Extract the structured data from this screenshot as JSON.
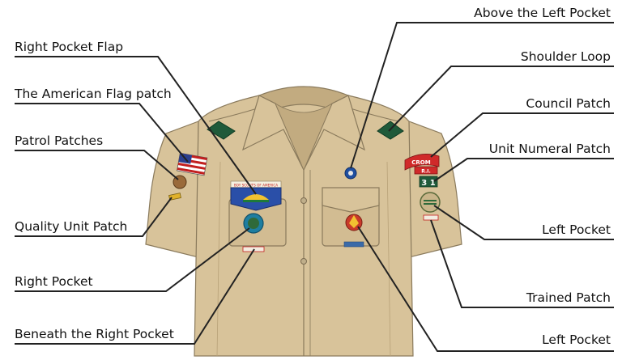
{
  "labels": {
    "right_pocket_flap": "Right Pocket Flap",
    "american_flag": "The American Flag patch",
    "patrol_patches": "Patrol Patches",
    "quality_unit": "Quality Unit Patch",
    "right_pocket": "Right Pocket",
    "beneath_right_pocket": "Beneath the Right Pocket",
    "above_left_pocket": "Above the Left Pocket",
    "shoulder_loop": "Shoulder Loop",
    "council_patch": "Council Patch",
    "unit_numeral": "Unit Numeral Patch",
    "left_pocket_sleeve": "Left Pocket",
    "trained_patch": "Trained Patch",
    "left_pocket_bottom": "Left Pocket"
  },
  "patch_text": {
    "council_top": "CROM",
    "council_bottom": "R.I.",
    "unit_numeral": "3 1",
    "bsa_strip": "BOY SCOUTS OF AMERICA"
  },
  "colors": {
    "shirt": "#d8c39a",
    "shirt_shadow": "#c2ab80",
    "shirt_outline": "#8a7a5c",
    "epaulet": "#1f5a3a",
    "leader_line": "#222222"
  }
}
